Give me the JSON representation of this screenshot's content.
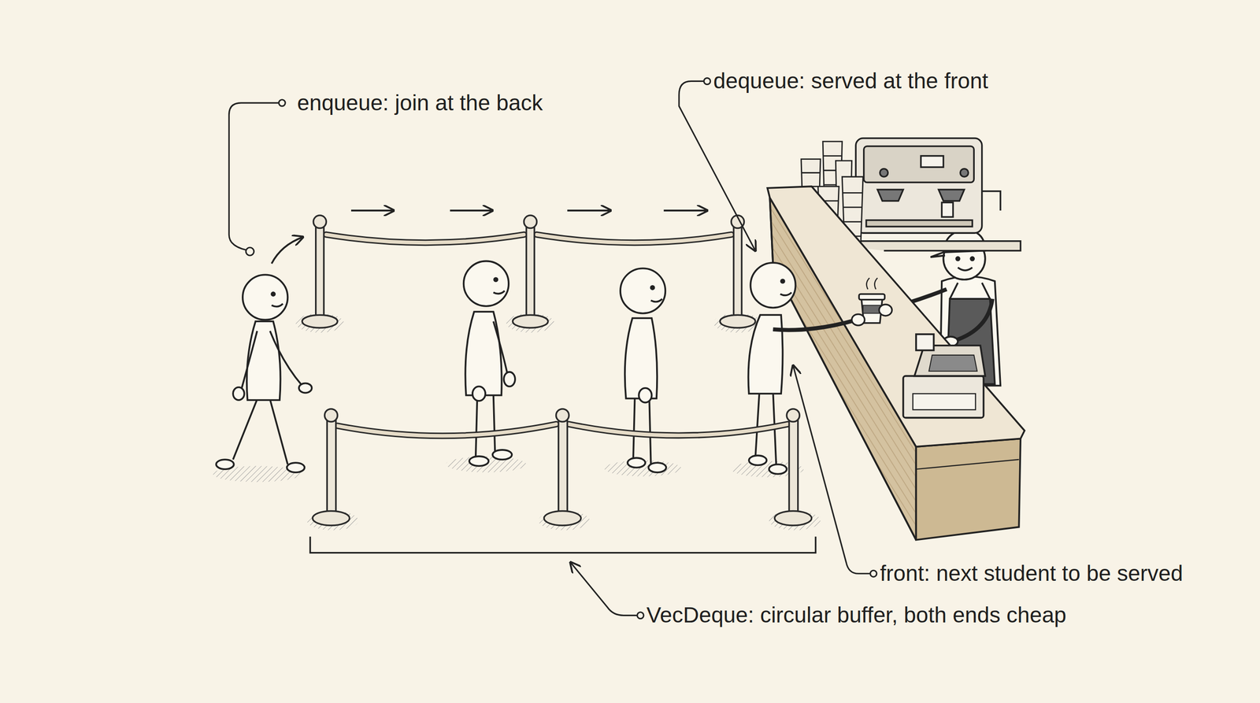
{
  "diagram": {
    "labels": [
      "enqueue: join at the back",
      "dequeue: served at the front",
      "front: next student to be served",
      "VecDeque: circular buffer, both ends cheap"
    ]
  }
}
